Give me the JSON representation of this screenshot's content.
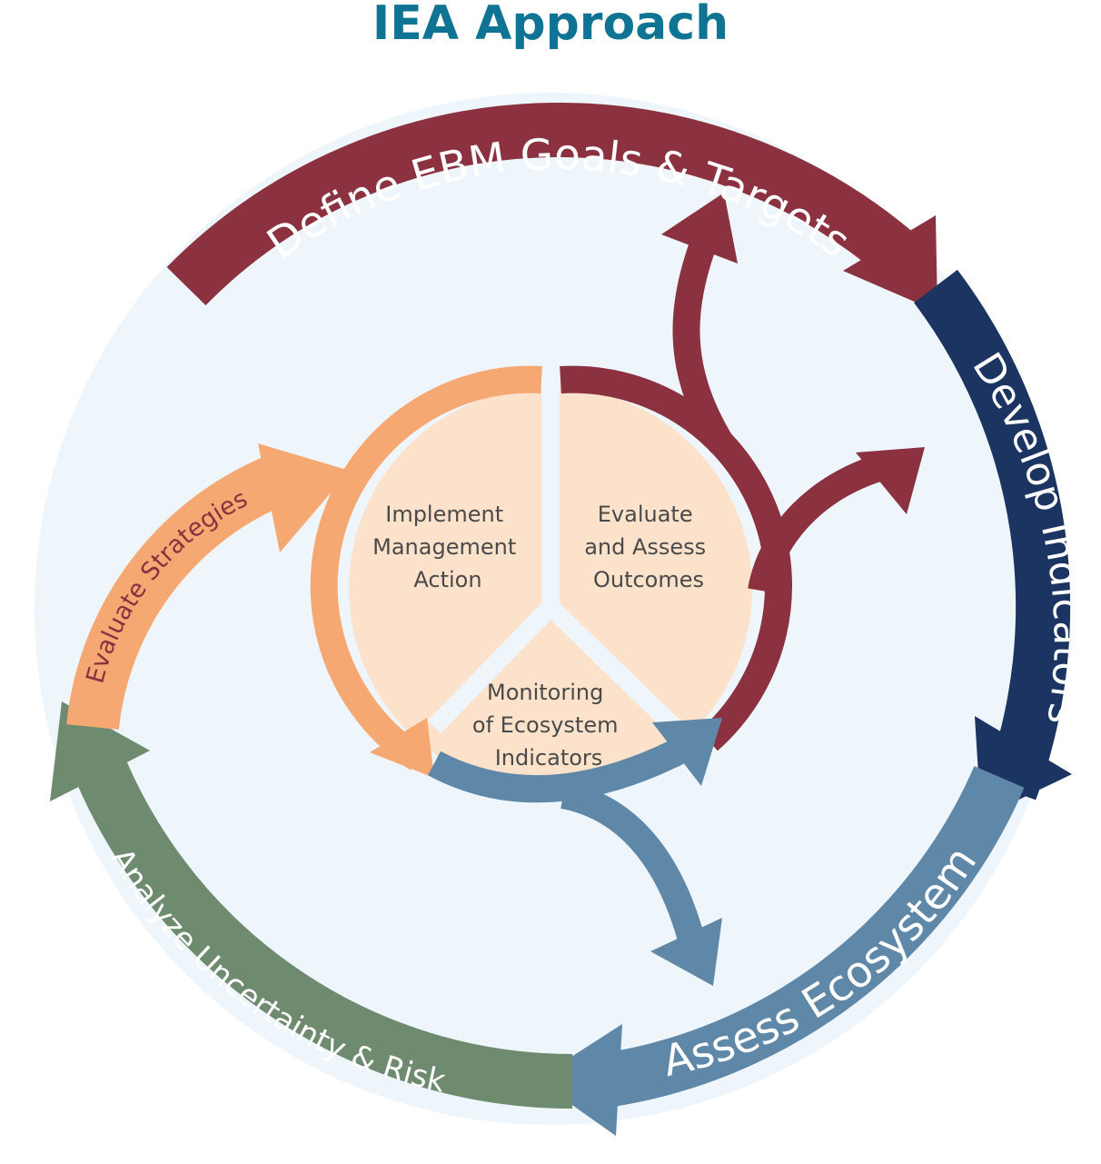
{
  "title": "IEA Approach",
  "outer_cycle": {
    "define": "Define EBM Goals & Targets",
    "develop": "Develop Indicators",
    "assess": "Assess Ecosystem",
    "analyze": "Analyze Uncertainty & Risk",
    "strategies": "Evaluate Strategies"
  },
  "inner_cycle": {
    "implement": [
      "Implement",
      "Management",
      "Action"
    ],
    "evaluate": [
      "Evaluate",
      "and Assess",
      "Outcomes"
    ],
    "monitoring": [
      "Monitoring",
      "of Ecosystem",
      "Indicators"
    ]
  },
  "colors": {
    "title": "#0f7394",
    "define": "#8b3140",
    "develop": "#1b3461",
    "assess": "#5f87a8",
    "analyze": "#6e8a6f",
    "strategies": "#f6a872",
    "inner_fill": "#fce2cb",
    "background_circle": "#eef6fb"
  }
}
